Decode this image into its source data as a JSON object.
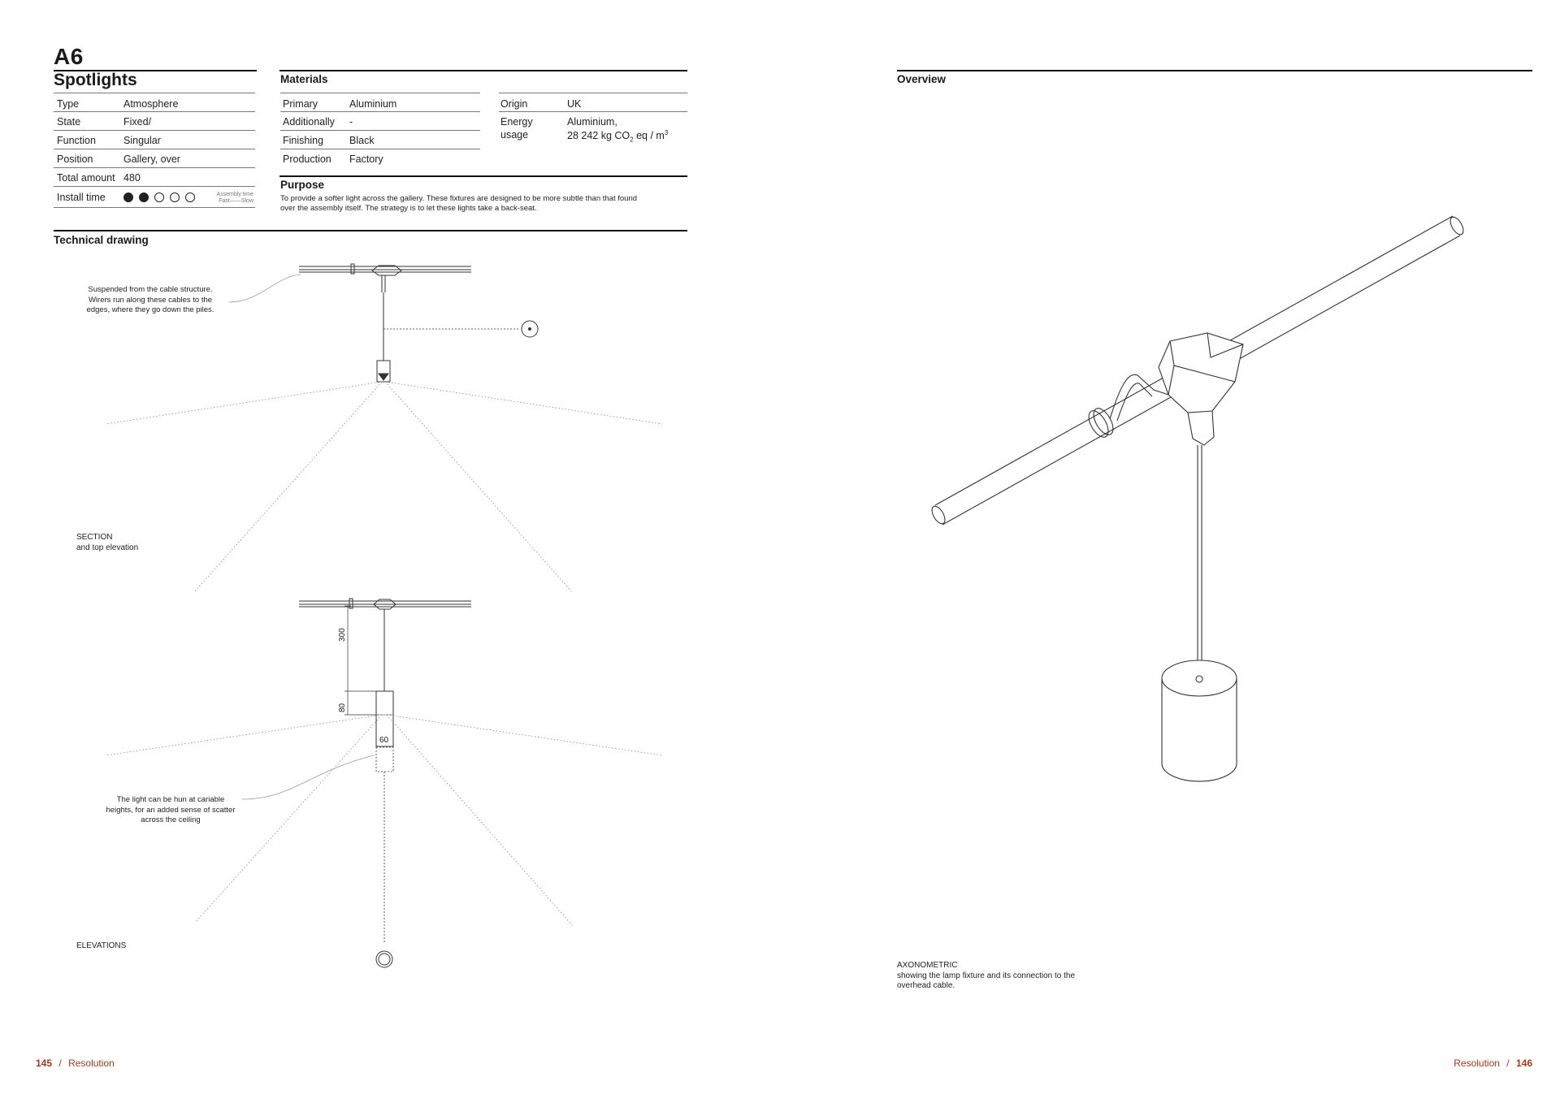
{
  "header": {
    "code": "A6",
    "title": "Spotlights"
  },
  "specs": [
    {
      "label": "Type",
      "value": "Atmosphere"
    },
    {
      "label": "State",
      "value": "Fixed/"
    },
    {
      "label": "Function",
      "value": "Singular"
    },
    {
      "label": "Position",
      "value": "Gallery, over"
    },
    {
      "label": "Total amount",
      "value": "480"
    },
    {
      "label": "Install time",
      "value": ""
    }
  ],
  "install_time": {
    "filled": 2,
    "total": 5,
    "legend_title": "Assembly time",
    "legend_scale": "Fast——Slow"
  },
  "materials": {
    "title": "Materials",
    "rows": [
      {
        "label": "Primary",
        "value": "Aluminium"
      },
      {
        "label": "Additionally",
        "value": "-"
      },
      {
        "label": "Finishing",
        "value": "Black"
      },
      {
        "label": "Production",
        "value": "Factory"
      }
    ],
    "origin_label": "Origin",
    "origin_value": "UK",
    "energy_label_1": "Energy",
    "energy_label_2": "usage",
    "energy_value_1": "Aluminium,",
    "energy_value_2": "28 242 kg CO",
    "energy_sub": "2",
    "energy_value_3": " eq / m",
    "energy_sup": "3"
  },
  "purpose": {
    "title": "Purpose",
    "line1": "To provide a softer light across the gallery. These fixtures are designed to be more subtle than that found",
    "line2": "over the assembly itself. The strategy is to let these lights take a back-seat."
  },
  "technical": {
    "title": "Technical drawing",
    "annotation1": [
      "Suspended from the cable structure.",
      "Wirers run along these cables to the",
      "edges, where they go down the piles."
    ],
    "section_caption": [
      "SECTION",
      "and top elevation"
    ],
    "annotation2": [
      "The light can be hun at cariable",
      "heights, for an added sense of scatter",
      "across the ceiling"
    ],
    "elevations_caption": "ELEVATIONS",
    "dim_300": "300",
    "dim_80": "80",
    "dim_60": "60"
  },
  "overview": {
    "title": "Overview",
    "caption": [
      "AXONOMETRIC",
      "showing the lamp fixture and its connection to the",
      "overhead cable."
    ]
  },
  "footer": {
    "left_page": "145",
    "left_section": "Resolution",
    "right_section": "Resolution",
    "right_page": "146",
    "separator": "/"
  }
}
